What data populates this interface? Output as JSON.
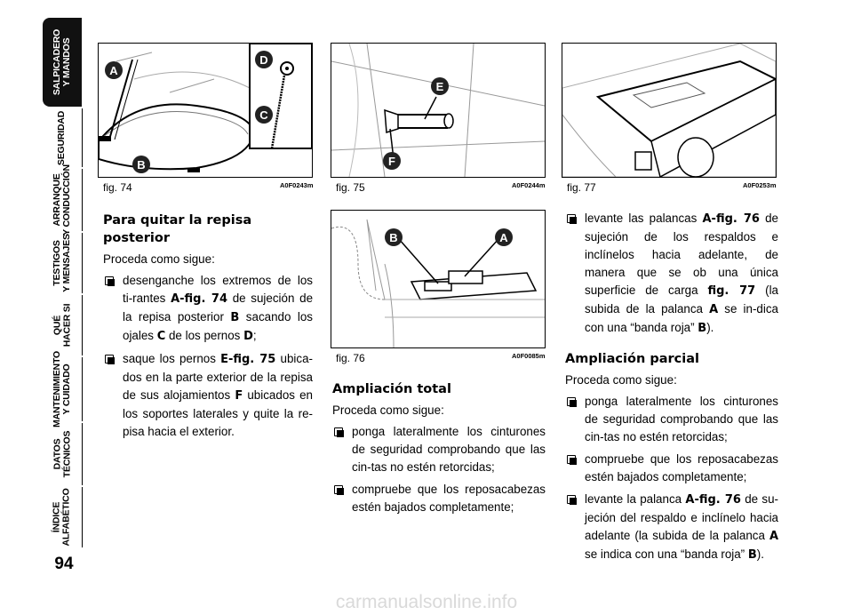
{
  "tabs": [
    {
      "label": "SALPICADERO\nY MANDOS",
      "active": true
    },
    {
      "label": "SEGURIDAD"
    },
    {
      "label": "ARRANQUE\nY CONDUCCIÓN"
    },
    {
      "label": "TESTIGOS\nY MENSAJES"
    },
    {
      "label": "QUÉ\nHACER SI"
    },
    {
      "label": "MANTENIMIENTO\nY CUIDADO"
    },
    {
      "label": "DATOS\nTÉCNICOS"
    },
    {
      "label": "ÍNDICE\nALFABÉTICO"
    }
  ],
  "page_number": "94",
  "figures": {
    "fig74": {
      "label": "fig. 74",
      "code": "A0F0243m",
      "callouts": [
        "A",
        "B",
        "C",
        "D"
      ]
    },
    "fig75": {
      "label": "fig. 75",
      "code": "A0F0244m",
      "callouts": [
        "E",
        "F"
      ]
    },
    "fig76": {
      "label": "fig. 76",
      "code": "A0F0085m",
      "callouts": [
        "B",
        "A"
      ]
    },
    "fig77": {
      "label": "fig. 77",
      "code": "A0F0253m"
    }
  },
  "col1": {
    "heading": "Para quitar la repisa posterior",
    "intro": "Proceda como sigue:",
    "items": [
      [
        "desenganche los extremos de los ti-rantes ",
        "A-fig. 74",
        " de sujeción de la repisa posterior ",
        "B",
        " sacando los ojales ",
        "C",
        " de los pernos ",
        "D",
        ";"
      ],
      [
        "saque los pernos ",
        "E-fig. 75",
        " ubica-dos en la parte exterior de la repisa de sus alojamientos ",
        "F",
        " ubicados en los soportes laterales y quite la re-pisa hacia el exterior."
      ]
    ]
  },
  "col2": {
    "heading": "Ampliación total",
    "intro": "Proceda como sigue:",
    "items": [
      [
        "ponga lateralmente los cinturones de seguridad comprobando que las cin-tas no estén retorcidas;"
      ],
      [
        "compruebe que los reposacabezas estén bajados completamente;"
      ]
    ]
  },
  "col3": {
    "items_top": [
      [
        "levante las palancas ",
        "A-fig. 76",
        " de sujeción de los respaldos e inclínelos hacia adelante, de manera que se ob una única superficie de carga ",
        "fig. 77",
        " (la subida de la palanca ",
        "A",
        " se in-dica con una “banda roja” ",
        "B",
        ")."
      ]
    ],
    "heading": "Ampliación parcial",
    "intro": "Proceda como sigue:",
    "items": [
      [
        "ponga lateralmente los cinturones de seguridad comprobando que las cin-tas no estén retorcidas;"
      ],
      [
        "compruebe que los reposacabezas estén bajados completamente;"
      ],
      [
        "levante la palanca ",
        "A-fig. 76",
        " de su-jeción del respaldo e inclínelo hacia adelante (la subida de la palanca ",
        "A",
        " se indica con una “banda roja” ",
        "B",
        ")."
      ]
    ]
  },
  "watermark": "carmanualsonline.info"
}
